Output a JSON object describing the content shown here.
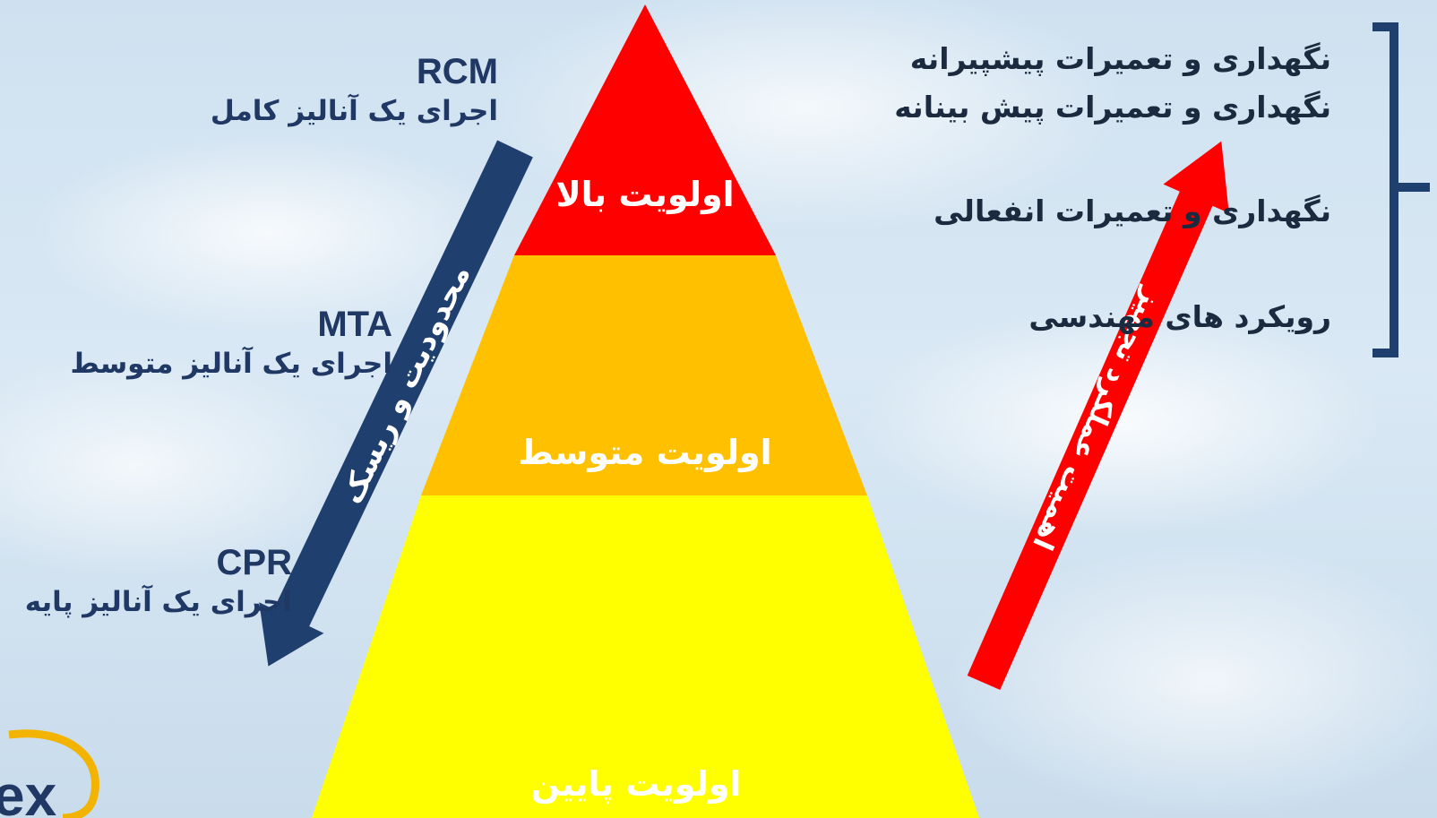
{
  "pyramid": {
    "tiers": [
      {
        "label": "اولویت بالا",
        "color": "#ff0000"
      },
      {
        "label": "اولویت متوسط",
        "color": "#ffc000"
      },
      {
        "label": "اولویت  پایین",
        "color": "#ffff00"
      }
    ]
  },
  "methods": [
    {
      "code": "RCM",
      "desc": "اجرای یک آنالیز کامل"
    },
    {
      "code": "MTA",
      "desc": "اجرای یک آنالیز متوسط"
    },
    {
      "code": "CPR",
      "desc": "اجرای یک آنالیز پایه"
    }
  ],
  "arrows": {
    "down": {
      "label": "محدودیت و ریسک",
      "color": "#1f3f6e"
    },
    "up": {
      "label": "اهمیت عملکرد تجهیز",
      "color": "#ff0000"
    }
  },
  "bracket_items": [
    "نگهداری و تعمیرات پیشپیرانه",
    "نگهداری و تعمیرات پیش بینانه",
    "نگهداری و تعمیرات انفعالی",
    "رویکرد های مهندسی"
  ],
  "colors": {
    "text_dark": "#1f3864",
    "bracket": "#1f3f6e"
  },
  "logo": {
    "text": "ex"
  }
}
